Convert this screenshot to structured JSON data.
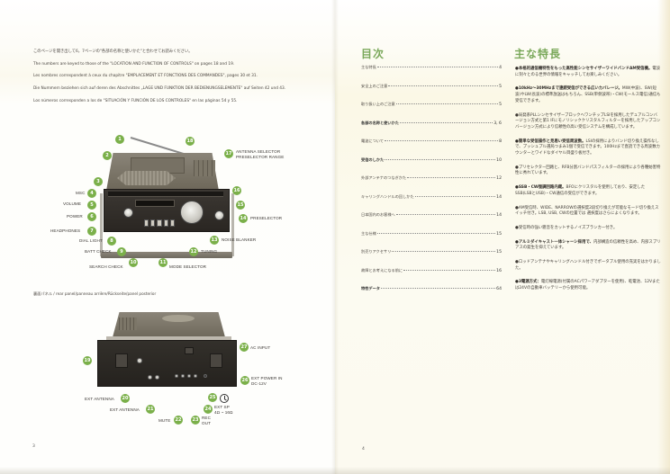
{
  "left_page": {
    "notes": [
      "このページを開き出して6，7ページの\"各部の名称と使いかた\"と合わせてお読みください。",
      "The numbers are keyed to those of the \"LOCATION AND FUNCTION OF CONTROLS\" on pages 18 and 19.",
      "Les nombres correspondent à ceux du chapitre \"EMPLACEMENT ET FONCTIONS DES COMMANDES\", pages 30 et 31.",
      "Die Nummern beziehen sich auf deren des Abschnittes „LAGE UND FUNKTION DER BEDIENUNGSELEMENTE\" auf Seiten 42 und 43.",
      "Los números corresponden a los de \"SITUACIÓN Y FUNCIÓN DE LOS CONTROLES\" en las páginas 54 y 55."
    ],
    "front_panel": {
      "callouts": [
        "1",
        "2",
        "3",
        "4",
        "5",
        "6",
        "7",
        "8",
        "9",
        "10",
        "11",
        "12",
        "13",
        "14",
        "15",
        "16",
        "17",
        "18"
      ],
      "labels": {
        "antenna_selector": "ANTENNA SELECTOR",
        "preselector_range": "PRESELECTOR RANGE",
        "msc": "MSC",
        "volume": "VOLUME",
        "power": "POWER",
        "headphones": "HEADPHONES",
        "dial_light": "DIAL LIGHT",
        "batt_check": "BATT CHECK",
        "search_check": "SEARCH CHECK",
        "mode_selector": "MODE SELECTOR",
        "tuning": "TUNING",
        "noise_blanker": "NOISE BLANKER",
        "preselector": "PRESELECTOR"
      }
    },
    "rear_caption": "裏面パネル / rear panel/panneau arrière/Rückseite/panel posterior",
    "rear_panel": {
      "callouts": [
        "19",
        "20",
        "21",
        "22",
        "23",
        "24",
        "25",
        "26",
        "27"
      ],
      "labels": {
        "ac_input": "AC INPUT",
        "ext_power_in": "EXT POWER IN",
        "dc_12v": "DC-12V",
        "ext_antenna_20": "EXT ANTENNA",
        "ext_antenna_21": "EXT ANTENNA",
        "ext_sp": "EXT SP",
        "ext_sp_imp": "4Ω ~ 16Ω",
        "mute": "MUTE",
        "rec": "REC",
        "out": "OUT"
      }
    },
    "page_number": "3"
  },
  "right_page": {
    "toc_title": "目次",
    "toc": [
      {
        "label": "主な特長",
        "page": "4",
        "bold": false
      },
      {
        "label": "安全上のご注意",
        "page": "5",
        "bold": false
      },
      {
        "label": "取り扱い上のご注意",
        "page": "5",
        "bold": false
      },
      {
        "label": "各部の名称と使いかた",
        "page": "3, 6",
        "bold": true
      },
      {
        "label": "電波について",
        "page": "8",
        "bold": false
      },
      {
        "label": "受信のしかた",
        "page": "10",
        "bold": true
      },
      {
        "label": "外部アンテナのつなぎかた",
        "page": "12",
        "bold": false
      },
      {
        "label": "キャリングハンドルの回しかた",
        "page": "14",
        "bold": false
      },
      {
        "label": "日本国内のお客様へ",
        "page": "14",
        "bold": false
      },
      {
        "label": "主な仕様",
        "page": "15",
        "bold": false
      },
      {
        "label": "別売りアクセサリー",
        "page": "15",
        "bold": false
      },
      {
        "label": "故障とお考えになる前に",
        "page": "16",
        "bold": false
      },
      {
        "label": "特性データ",
        "page": "64",
        "bold": true
      }
    ],
    "features_title": "主な特長",
    "features": [
      {
        "lead": "●本格的通信機特性をもった高性能シンセサイザーワイドバンドAM受信機。",
        "text": "電波に刻々とのる世界の情報をキャッチしてお楽しみください。"
      },
      {
        "lead": "●10kHz～30MHzまで連続受信ができる広いカバレージ。",
        "text": "MW(中波)、SW(短波)やLW(長波)の標準放送はもちろん、SSB(単側波帯)・CW(モールス電信)通信も受信できます。"
      },
      {
        "lead": "",
        "text": "●局発系PLLシンセサイザーブロックへワンチップLSIを採用したデュアルコンバージョン方式と第1 IFにモノリシッククリスタルフィルターを採用したアップコンバージョン方式により信頼性の高い受信システムを構成しています。"
      },
      {
        "lead": "●簡単な受信操作と見易い受信周波数。",
        "text": "LSIの採用によりバンド切り換え操作なしで、プッシュプル選局つまみ1個で受信できます。100Hzまで直読できる周波数カウンターとワイドなダイヤル目盛り板付き。"
      },
      {
        "lead": "",
        "text": "●プリセレクター回路と、RFB分割バンドパスフィルターの採用により各種妨害特性に秀れています。"
      },
      {
        "lead": "●SSB・CW復調回路内蔵。",
        "text": "BFOにクリスタルを使用しており、安定したSSB(LSBとUSB)・CW通信の受信ができます。"
      },
      {
        "lead": "",
        "text": "●AM受信時、WIDE、NARROWの選択度2段切り換えが可能なモード切り換えスイッチ付き。LSB, USB, CWの位置では 選択度はさらによくなります。"
      },
      {
        "lead": "",
        "text": "●受信時の強い雑音をカットするノイズブランカー付き。"
      },
      {
        "lead": "●アルミダイキャスト一体シャーシ採用で、",
        "text": "内部構造の信頼性を高め、内部スプリアスの発生を抑えています。"
      },
      {
        "lead": "",
        "text": "●ロッドアンテナやキャリングハンドル付きでポータブル使用の充実をはかりました。"
      },
      {
        "lead": "●3電源方式：",
        "text": "電灯線電源(付属のACパワーアダプターを使用)、乾電池、12Vまたは24Vの自動車バッテリーから使用可能。"
      }
    ],
    "page_number": "4"
  },
  "colors": {
    "accent_green": "#7bb04a",
    "title_green": "#7aa85a",
    "paper": "#fcfaf0",
    "text": "#3a3530"
  }
}
